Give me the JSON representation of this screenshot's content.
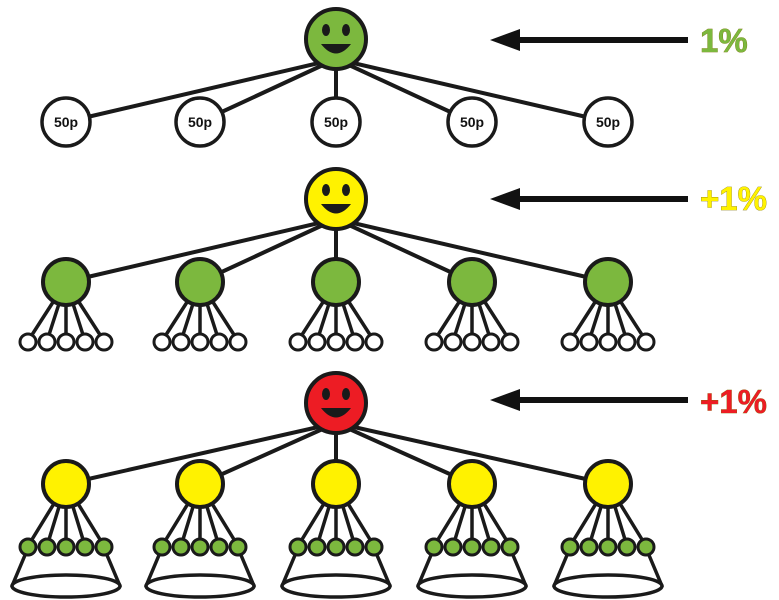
{
  "colors": {
    "green": "#7cb83e",
    "yellow": "#fff200",
    "red": "#ed1c24",
    "line": "#1a1a1a",
    "white": "#ffffff"
  },
  "levels": [
    {
      "head_color": "red",
      "children_color": "yellow",
      "grandchildren_color": "green",
      "percent_label": "1%",
      "percent_color": "green"
    },
    {
      "head_color": "yellow",
      "children_color": "green",
      "grandchildren_color": "white",
      "percent_label": "+1%",
      "percent_color": "yellow"
    },
    {
      "head_color": "red",
      "children_color": "yellow",
      "grandchildren_color": "green",
      "percent_label": "+1%",
      "percent_color": "red"
    }
  ],
  "top_head_color": "green",
  "coin_label": "50p",
  "icons": [
    "smiley-face-icon",
    "arrow-left-icon"
  ]
}
